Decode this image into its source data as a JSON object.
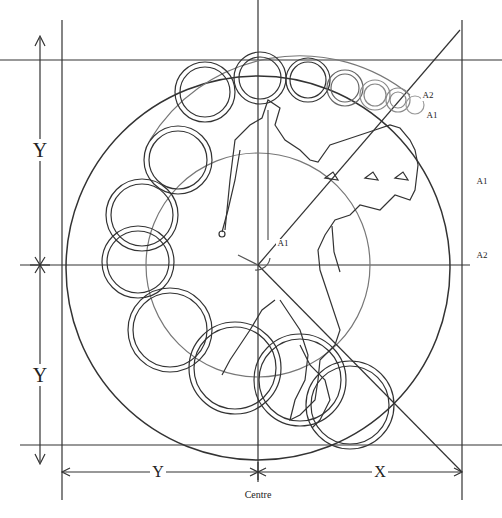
{
  "diagram": {
    "labels": [
      "Y",
      "Y",
      "Y",
      "X",
      "Centre",
      "A2",
      "A1",
      "A1",
      "A1",
      "A2"
    ]
  }
}
